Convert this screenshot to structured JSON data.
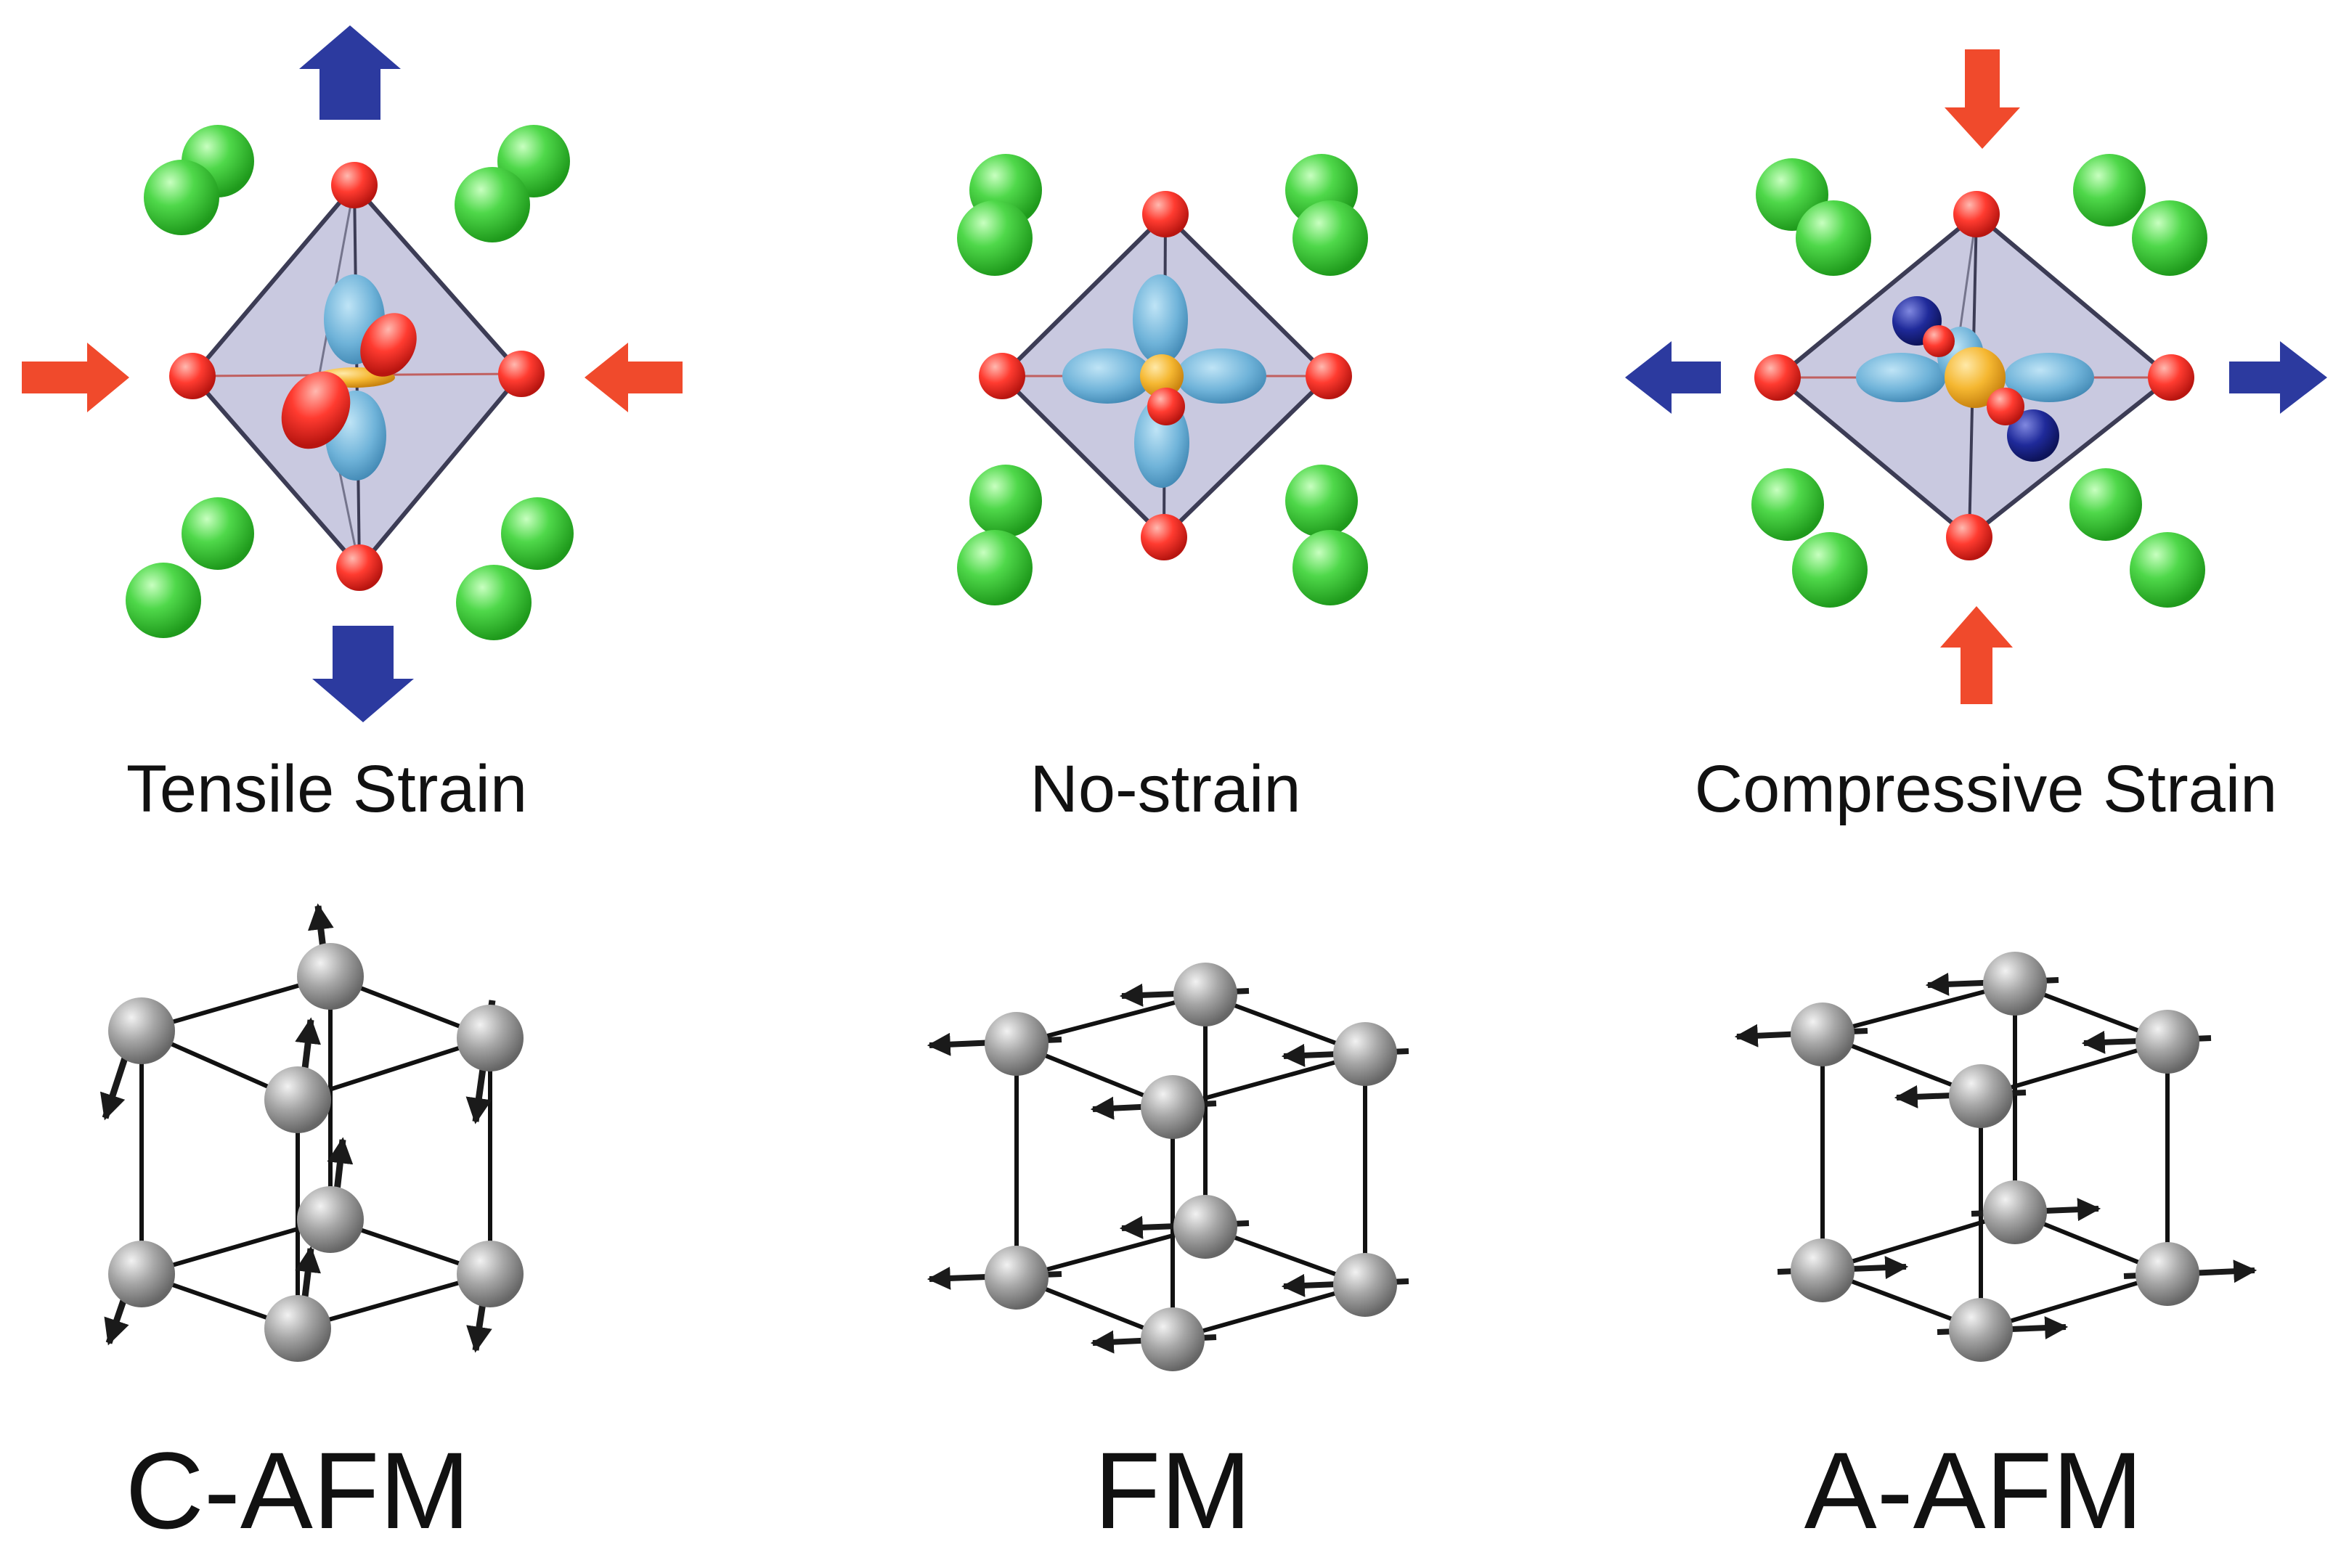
{
  "strain_panels": [
    {
      "label": "Tensile Strain"
    },
    {
      "label": "No-strain"
    },
    {
      "label": "Compressive Strain"
    }
  ],
  "magnetic_panels": [
    {
      "label": "C-AFM"
    },
    {
      "label": "FM"
    },
    {
      "label": "A-AFM"
    }
  ],
  "colors": {
    "a_site_atom": "#4fd84a",
    "oxygen_atom": "#ff3b30",
    "b_site_atom": "#f5b731",
    "orbital": "#6fb3d9",
    "octahedron_fill": "#b7b7d6",
    "compressive_arrow": "#f04a2c",
    "tensile_arrow": "#2c3a9f",
    "magnetic_atom": "#9a9a9a",
    "spin_arrow": "#1a1a1a"
  }
}
